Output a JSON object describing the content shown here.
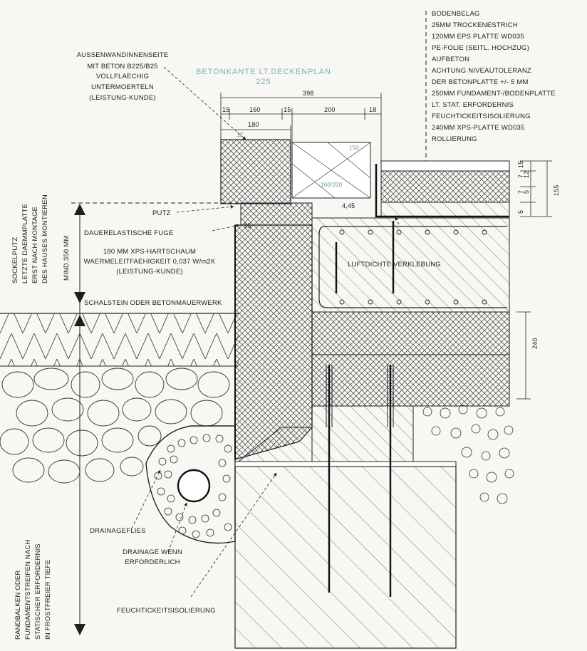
{
  "notes": {
    "bodenbelag": [
      "BODENBELAG",
      "25MM TROCKENESTRICH",
      "120MM EPS PLATTE WD035",
      "PE-FOLIE (SEITL. HOCHZUG)",
      "AUFBETON",
      "ACHTUNG NIVEAUTOLERANZ",
      "DER BETONPLATTE +/- 5 MM",
      "250MM FUNDAMENT-/BODENPLATTE",
      "LT. STAT. ERFORDERNIS",
      "FEUCHTICKEITSISOLIERUNG",
      "240MM XPS-PLATTE WD035",
      "ROLLIERUNG"
    ],
    "aussenwand": [
      "AUSSENWANDINNENSEITE",
      "MIT BETON B225/B25",
      "VOLLFLAECHIG",
      "UNTERMOERTELN",
      "(LEISTUNG-KUNDE)"
    ],
    "betonkante": [
      "BETONKANTE LT.DECKENPLAN",
      "225"
    ],
    "putz": "PUTZ",
    "fuge": "DAUERELASTISCHE FUGE",
    "xps": [
      "180 MM XPS-HARTSCHAUM",
      "WAERMELEITFAEHIGKEIT 0,037 W/m2K",
      "(LEISTUNG-KUNDE)"
    ],
    "schalstein": "SCHALSTEIN ODER BETONMAUERWERK",
    "luftdicht": "LUFTDICHTE VERKLEBUNG",
    "drainagefliess": "DRAINAGEFLIES",
    "drainage": [
      "DRAINAGE WENN",
      "ERFORDERLICH"
    ],
    "feucht": "FEUCHTICKEITSISOLIERUNG",
    "sockelputz": [
      "SOCKELPUTZ",
      "LETZTE DAEMMPLATTE",
      "ERST NACH MONTAGE",
      "DES HAUSES MONTIEREN"
    ],
    "min350": "MIND.350 MM",
    "randbalken": [
      "RANDBALKEN ODER",
      "FUNDAMENTSTREIFEN NACH",
      "STATISCHER ERFORDERNIS",
      "IN FROSTFREIER TIEFE"
    ],
    "small_tags": {
      "dim_tag": "4,45",
      "small_12": "12",
      "small_150": "150",
      "small_160_200": "160/200"
    }
  },
  "dimensions": {
    "d398": "398",
    "d15a": "15",
    "d160": "160",
    "d15b": "15",
    "d200": "200",
    "d18": "18",
    "d180": "180",
    "d35": "35",
    "d155": "155",
    "d240": "240",
    "s15": "15",
    "s7": "7",
    "s12": "12",
    "s5": "5",
    "s7b": "7",
    "s5b": "5"
  },
  "colors": {
    "line": "#1e1e1e",
    "hatch": "#3a3a3a",
    "annotation_green": "#7fb0b6",
    "background": "#f7f7f4"
  },
  "icons": [
    "arrow-up-icon",
    "arrow-down-icon",
    "drain-pipe-icon"
  ]
}
